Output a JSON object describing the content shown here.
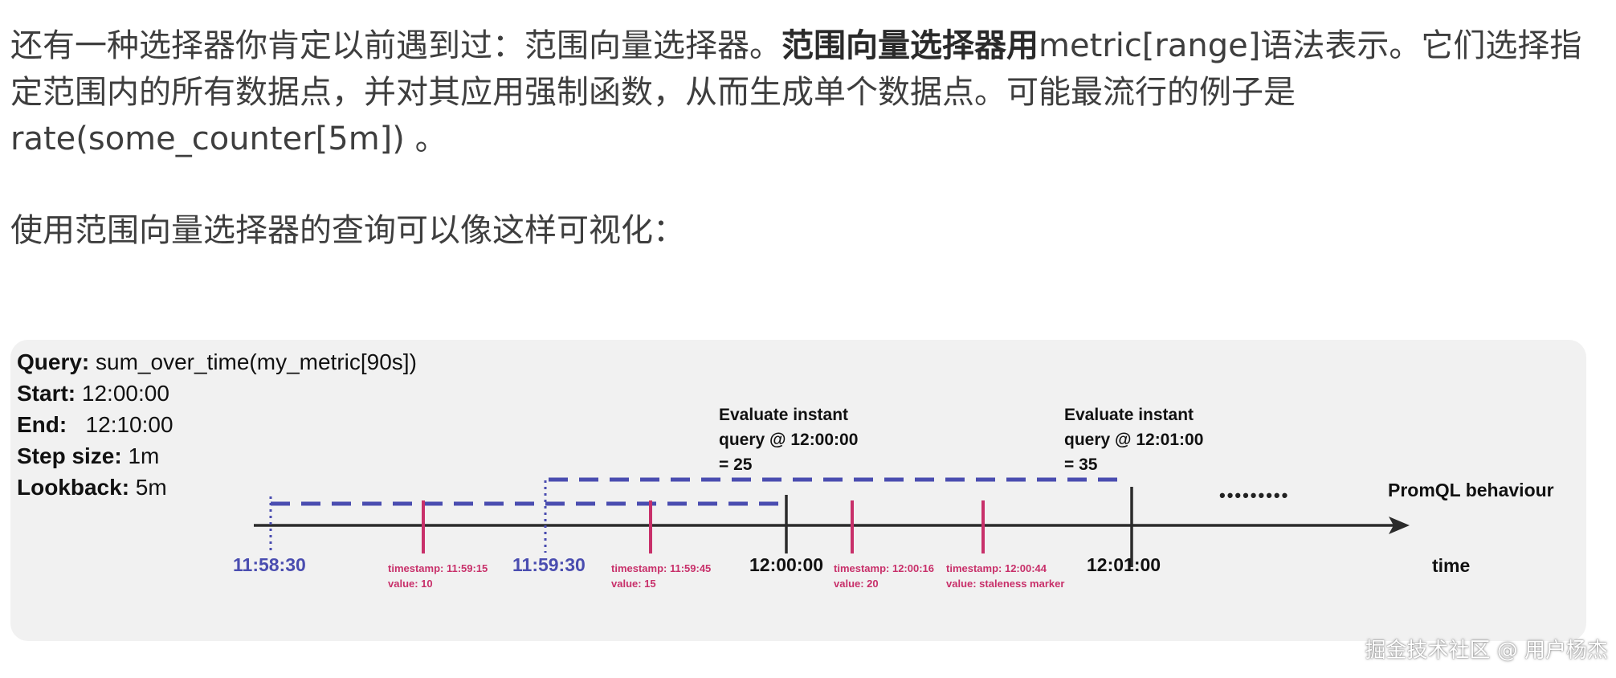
{
  "article": {
    "para1_a": "还有一种选择器你肯定以前遇到过：范围向量选择器。",
    "para1_bold": "范围向量选择器用",
    "para1_b": "metric[range]语法表示。它们选择指定范围内的所有数据点，并对其应用强制函数，从而生成单个数据点。可能最流行的例子是 rate(some_counter[5m]) 。",
    "para2": "使用范围向量选择器的查询可以像这样可视化："
  },
  "diagram": {
    "query_label": "Query:",
    "query_value": " sum_over_time(my_metric[90s])",
    "start_label": "Start:",
    "start_value": " 12:00:00",
    "end_label": "End:",
    "end_value": "   12:10:00",
    "step_label": "Step size:",
    "step_value": " 1m",
    "lookback_label": "Lookback:",
    "lookback_value": " 5m",
    "eval1": [
      "Evaluate instant",
      "query @ 12:00:00",
      "= 25"
    ],
    "eval2": [
      "Evaluate instant",
      "query @ 12:01:00",
      "= 35"
    ],
    "behaviour_label": "PromQL behaviour",
    "time_label": "time",
    "ellipsis": "•••••••••",
    "range_starts": [
      "11:58:30",
      "11:59:30"
    ],
    "eval_times": [
      "12:00:00",
      "12:01:00"
    ],
    "samples": [
      {
        "timestamp": "timestamp: 11:59:15",
        "value": "value: 10"
      },
      {
        "timestamp": "timestamp: 11:59:45",
        "value": "value: 15"
      },
      {
        "timestamp": "timestamp: 12:00:16",
        "value": "value: 20"
      },
      {
        "timestamp": "timestamp: 12:00:44",
        "value": "value: staleness marker"
      }
    ],
    "colors": {
      "range": "#4a4db0",
      "sample": "#c8306a",
      "axis": "#2b2b2b",
      "panel": "#f1f1f1"
    }
  },
  "watermark": "掘金技术社区 @ 用户杨杰"
}
